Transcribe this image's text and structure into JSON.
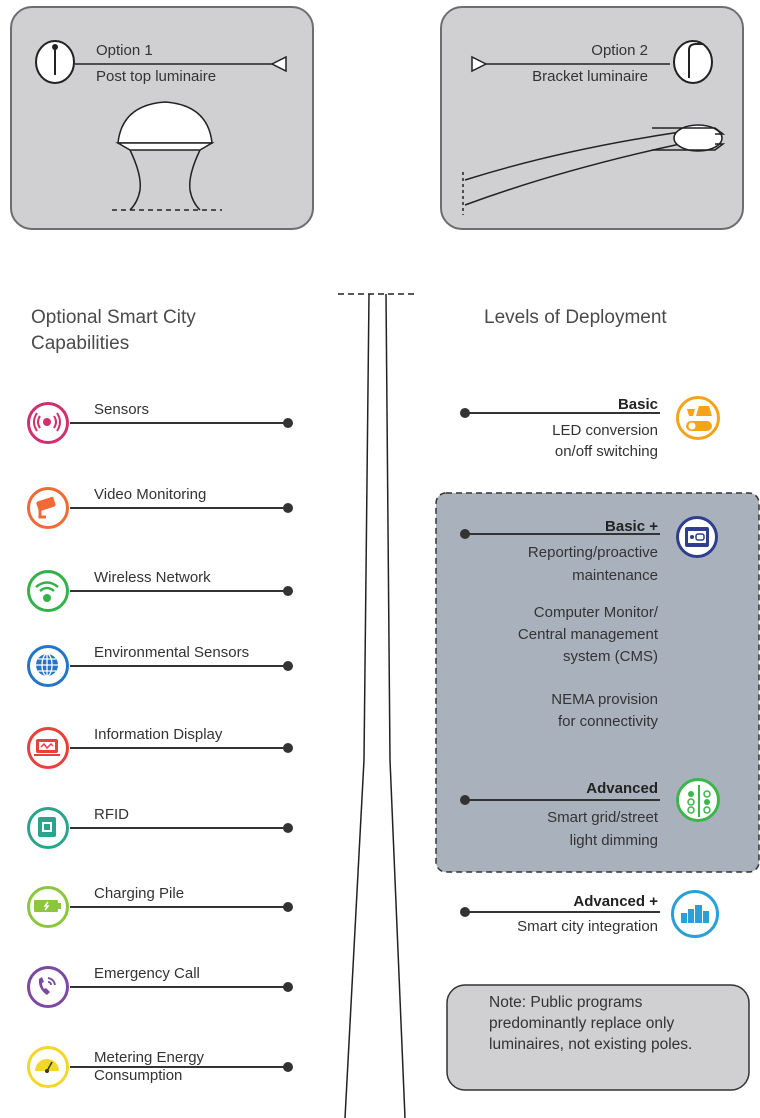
{
  "option1": {
    "title": "Option 1",
    "subtitle": "Post top luminaire"
  },
  "option2": {
    "title": "Option 2",
    "subtitle": "Bracket  luminaire"
  },
  "left_heading": "Optional Smart City\nCapabilities",
  "right_heading": "Levels of Deployment",
  "capabilities": [
    {
      "label": "Sensors",
      "icon": "sensors-icon",
      "color": "#d1306f"
    },
    {
      "label": "Video Monitoring",
      "icon": "camera-icon",
      "color": "#f06a35"
    },
    {
      "label": "Wireless Network",
      "icon": "wifi-icon",
      "color": "#33b24a"
    },
    {
      "label": "Environmental Sensors",
      "icon": "globe-icon",
      "color": "#2475c7"
    },
    {
      "label": "Information Display",
      "icon": "display-icon",
      "color": "#e8403c"
    },
    {
      "label": "RFID",
      "icon": "rfid-icon",
      "color": "#2aa58c"
    },
    {
      "label": "Charging Pile",
      "icon": "battery-icon",
      "color": "#8cc63e"
    },
    {
      "label": "Emergency Call",
      "icon": "phone-icon",
      "color": "#7b4aa0"
    },
    {
      "label": "Metering Energy\nConsumption",
      "icon": "meter-icon",
      "color": "#f2d72a"
    }
  ],
  "levels": {
    "basic": {
      "title": "Basic",
      "text": "LED conversion\non/off switching",
      "icon": "lamp-switch-icon",
      "color": "#f6a31c"
    },
    "basic_plus": {
      "title": "Basic +",
      "text": "Reporting/proactive\nmaintenance",
      "icon": "monitor-icon",
      "color": "#2f3e8f"
    },
    "cms": "Computer Monitor/\nCentral management\nsystem (CMS)",
    "nema": "NEMA provision\nfor connectivity",
    "advanced": {
      "title": "Advanced",
      "text": "Smart grid/street\nlight dimming",
      "icon": "grid-icon",
      "color": "#3cb54a"
    },
    "advanced_plus": {
      "title": "Advanced +",
      "text": "Smart city integration",
      "icon": "city-chart-icon",
      "color": "#2a9fd8"
    }
  },
  "note": "Note: Public programs\npredominantly replace only\nluminaires, not existing poles.",
  "colors": {
    "card": "#d0d0d2",
    "panel": "#a9b2bc",
    "line": "#333333"
  }
}
